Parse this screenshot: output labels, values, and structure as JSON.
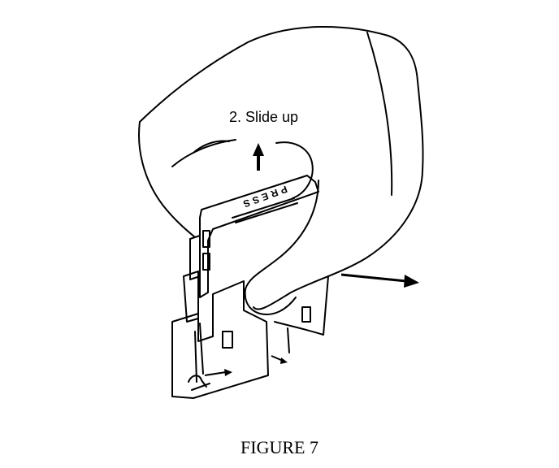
{
  "annotations": {
    "step_label": "2. Slide up",
    "press_marking": "PRESS"
  },
  "caption": "FIGURE 7",
  "colors": {
    "ink": "#000000",
    "paper": "#ffffff"
  },
  "icons": [
    "up-arrow-icon",
    "right-arrow-icon"
  ]
}
